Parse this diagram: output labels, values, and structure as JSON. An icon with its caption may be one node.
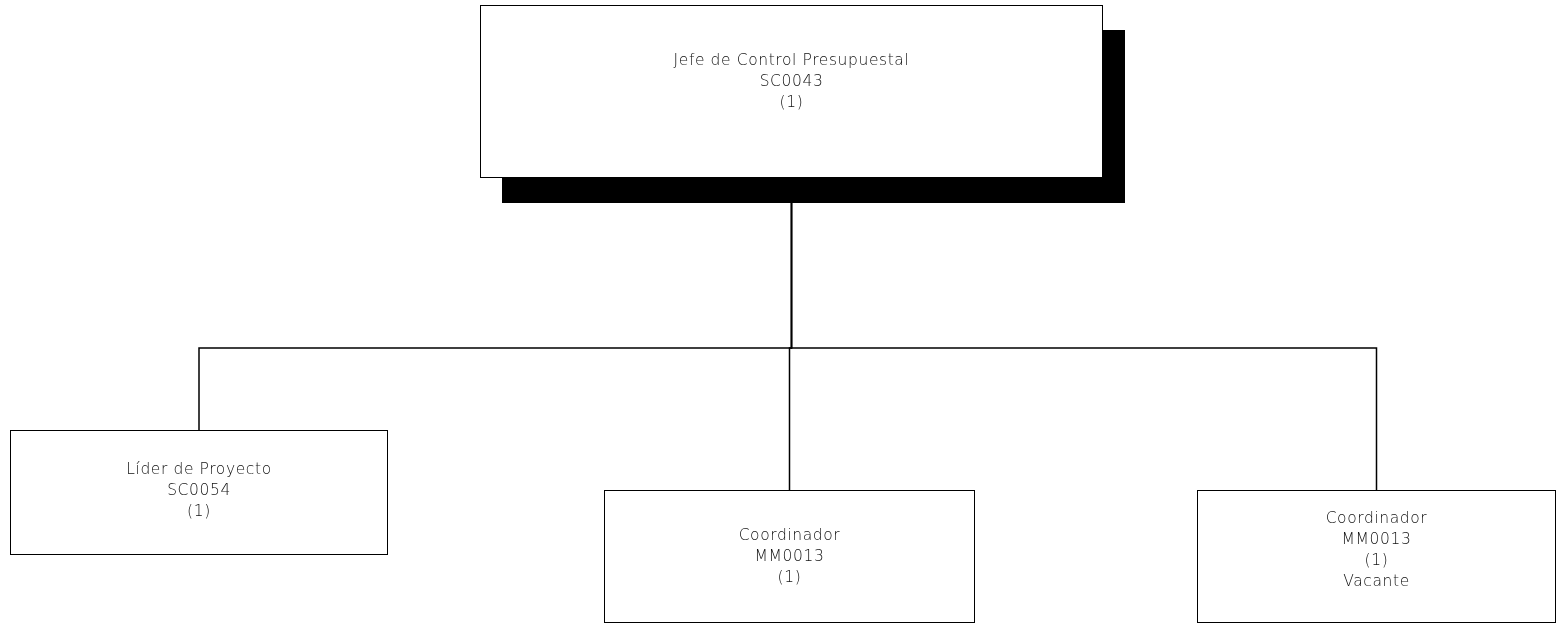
{
  "diagram": {
    "nodes": [
      {
        "text": [
          "Jefe de  Control Presupuestal",
          "SC0043",
          "(1)"
        ]
      },
      {
        "text": [
          "Líder de Proyecto",
          "SC0054",
          "(1)"
        ]
      },
      {
        "text": [
          "Coordinador",
          "MM0013",
          "(1)"
        ]
      },
      {
        "text": [
          "Coordinador",
          "MM0013",
          "(1)",
          "Vacante"
        ]
      }
    ],
    "edges": [
      {
        "from": 0,
        "to": 1,
        "arrow": "none"
      },
      {
        "from": 0,
        "to": 2,
        "arrow": "none"
      },
      {
        "from": 0,
        "to": 3,
        "arrow": "none"
      }
    ]
  }
}
